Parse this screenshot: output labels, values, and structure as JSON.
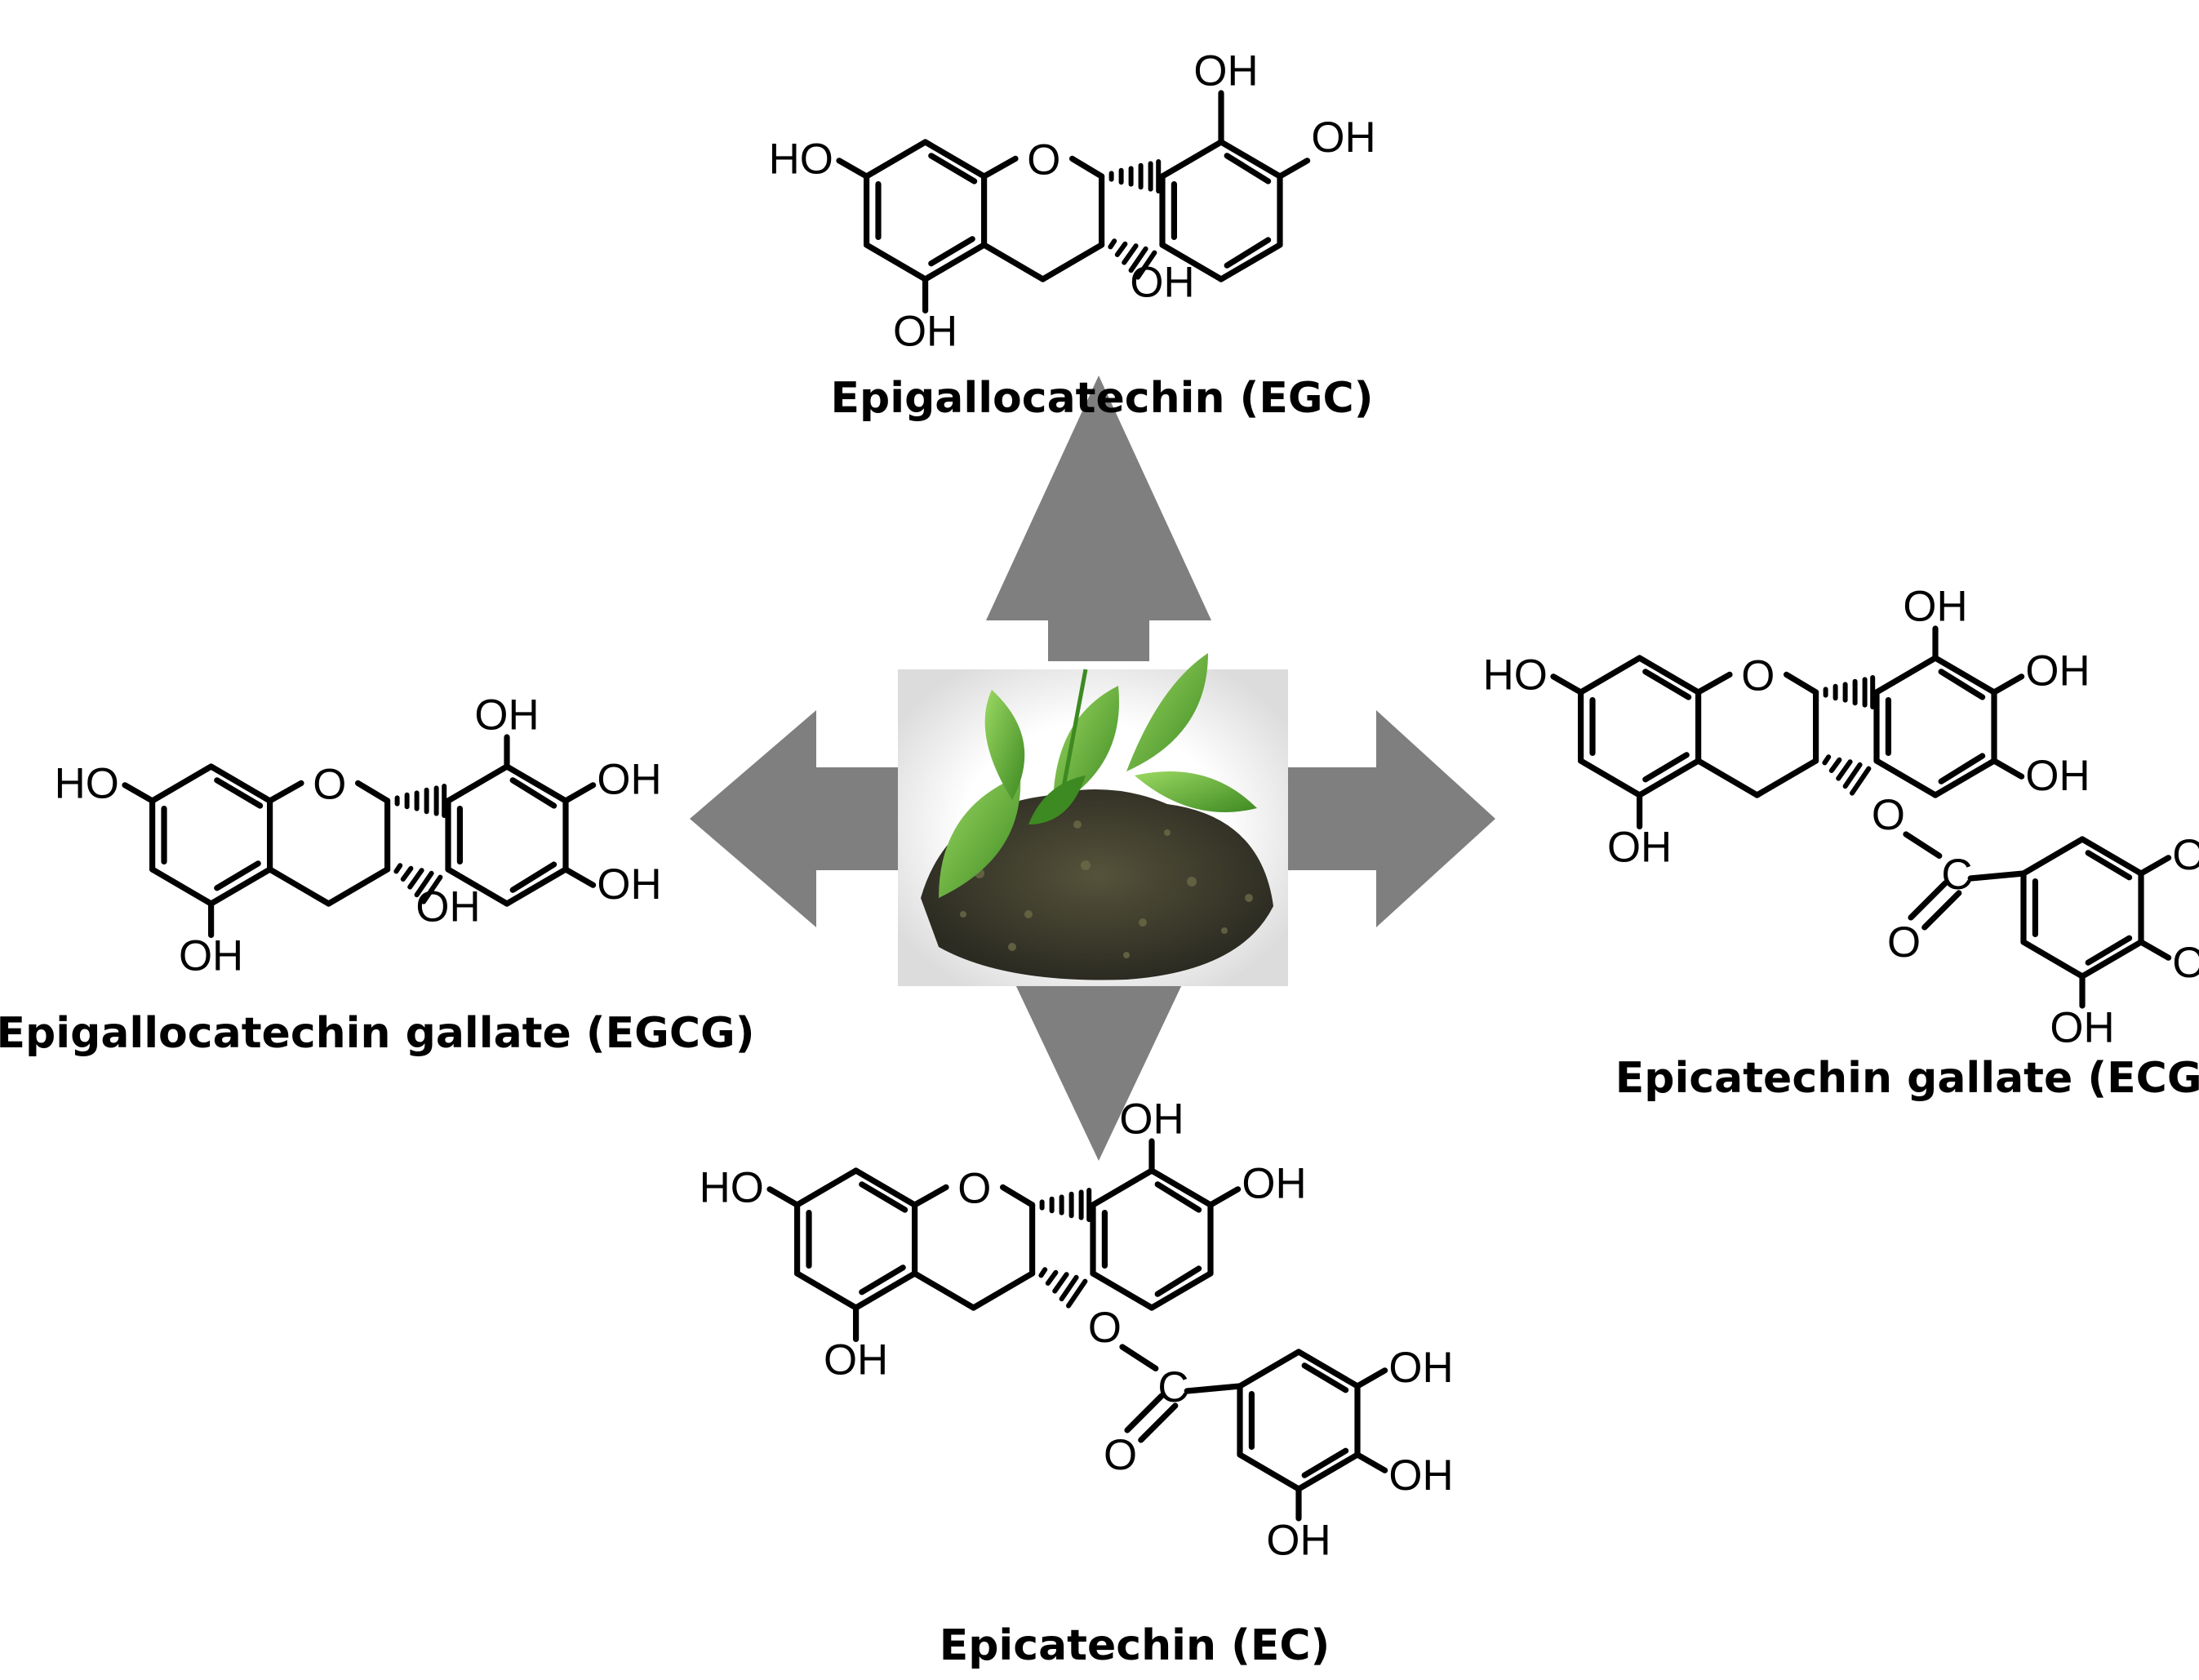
{
  "compounds": {
    "egc": {
      "name": "Epigallocatechin (EGC)"
    },
    "egcg": {
      "name": "Epigallocatechin gallate (EGCG)"
    },
    "ecg": {
      "name": "Epicatechin gallate (ECG)"
    },
    "ec": {
      "name": "Epicatechin (EC)"
    }
  },
  "atoms": {
    "oh": "OH",
    "ho": "HO",
    "ring_o": "O",
    "c": "C",
    "carbonyl_o": "O"
  },
  "colors": {
    "arrow": "#7f7f7f",
    "ink": "#000000",
    "leaf": "#4f9a2c",
    "leaf_light": "#8fd05a",
    "tea": "#3b3a2c"
  },
  "center_image": {
    "icon": "green-tea-leaves-icon"
  }
}
